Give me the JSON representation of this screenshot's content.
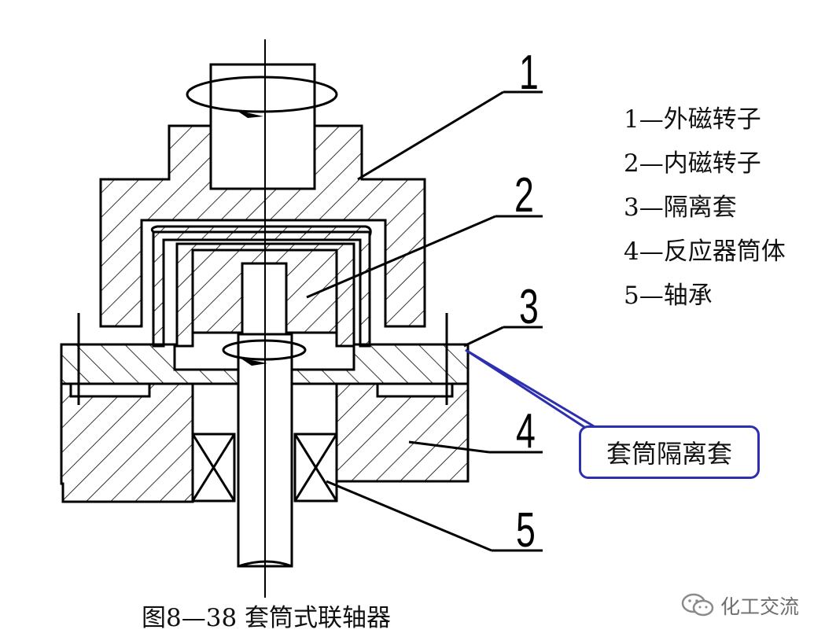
{
  "diagram": {
    "part_numbers": [
      "1",
      "2",
      "3",
      "4",
      "5"
    ],
    "legend": [
      "1—外磁转子",
      "2—内磁转子",
      "3—隔离套",
      "4—反应器筒体",
      "5—轴承"
    ],
    "callout": "套筒隔离套",
    "caption": "图8—38 套筒式联轴器",
    "colors": {
      "line": "#000000",
      "callout_border": "#2b2fb0",
      "watermark": "#6e6e6e"
    }
  },
  "watermark": {
    "icon": "wechat-icon",
    "text": "化工交流"
  }
}
